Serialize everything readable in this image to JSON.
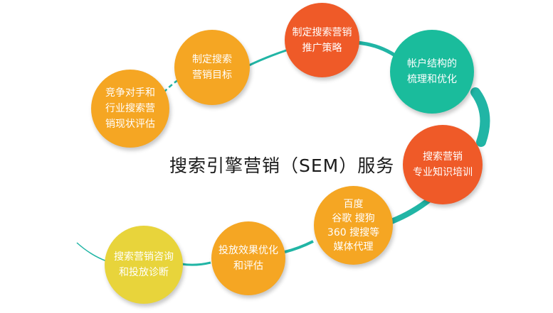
{
  "title": "搜索引擎营销（SEM）服务",
  "colors": {
    "orange": "#F5A623",
    "red_orange": "#EF5A28",
    "teal": "#1ABC9C",
    "yellow": "#E8D43B",
    "teal_line": "#21B5A5"
  },
  "nodes": [
    {
      "id": "competitor",
      "label": "竞争对手和\n行业搜索营\n销现状评估"
    },
    {
      "id": "goals",
      "label": "制定搜索\n营销目标"
    },
    {
      "id": "strategy",
      "label": "制定搜索营销\n推广策略"
    },
    {
      "id": "account",
      "label": "帐户结构的\n梳理和优化"
    },
    {
      "id": "training",
      "label": "搜索营销\n专业知识培训"
    },
    {
      "id": "engines",
      "label": "百度\n谷歌 搜狗\n360 搜搜等\n媒体代理"
    },
    {
      "id": "effect",
      "label": "投放效果优化\n和评估"
    },
    {
      "id": "consult",
      "label": "搜索营销咨询\n和投放诊断"
    }
  ]
}
